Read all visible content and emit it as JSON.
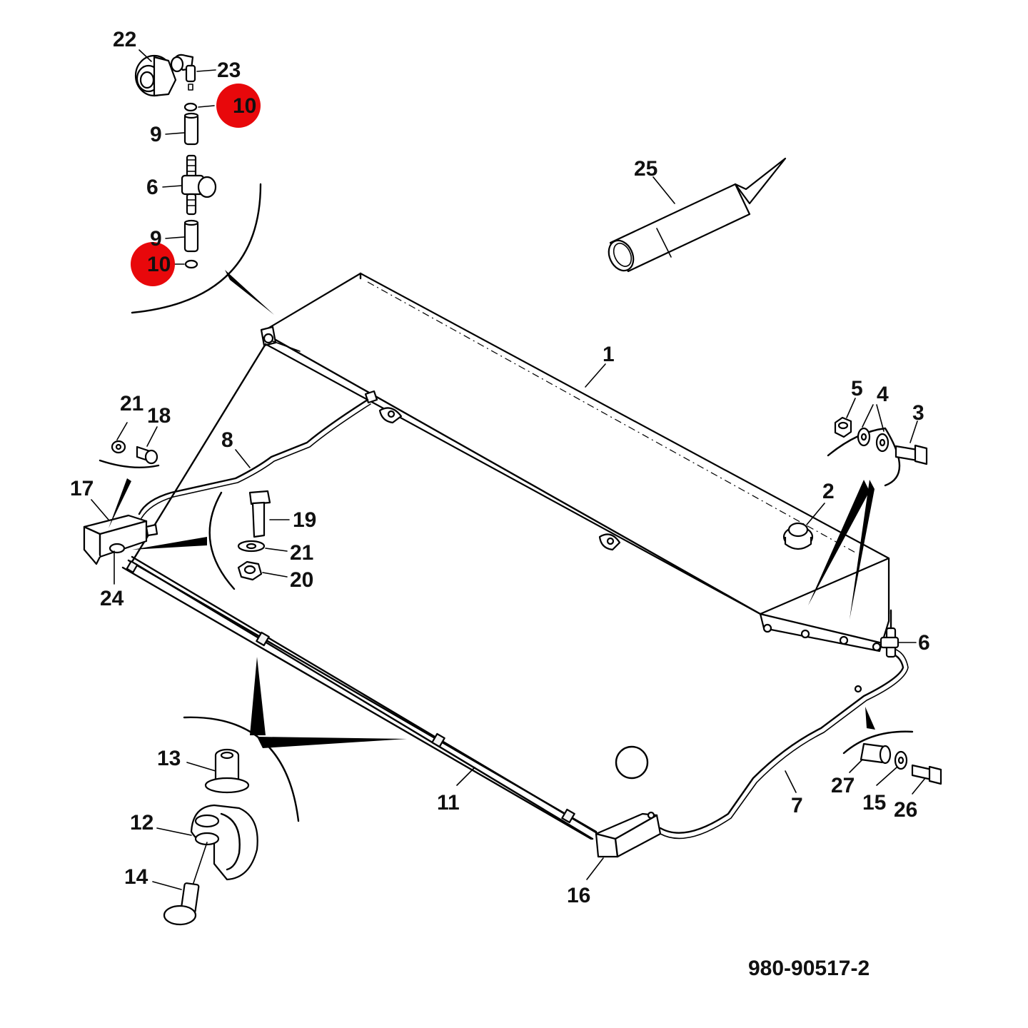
{
  "diagram": {
    "drawing_number": "980-90517-2",
    "highlight_color": "#e8080b",
    "callouts": [
      {
        "id": "c22",
        "text": "22"
      },
      {
        "id": "c23",
        "text": "23"
      },
      {
        "id": "c10a",
        "text": "10",
        "highlighted": true
      },
      {
        "id": "c9a",
        "text": "9"
      },
      {
        "id": "c6a",
        "text": "6"
      },
      {
        "id": "c9b",
        "text": "9"
      },
      {
        "id": "c10b",
        "text": "10",
        "highlighted": true
      },
      {
        "id": "c25",
        "text": "25"
      },
      {
        "id": "c1",
        "text": "1"
      },
      {
        "id": "c5",
        "text": "5"
      },
      {
        "id": "c4",
        "text": "4"
      },
      {
        "id": "c3",
        "text": "3"
      },
      {
        "id": "c2",
        "text": "2"
      },
      {
        "id": "c21a",
        "text": "21"
      },
      {
        "id": "c18",
        "text": "18"
      },
      {
        "id": "c8",
        "text": "8"
      },
      {
        "id": "c17",
        "text": "17"
      },
      {
        "id": "c19",
        "text": "19"
      },
      {
        "id": "c21b",
        "text": "21"
      },
      {
        "id": "c20",
        "text": "20"
      },
      {
        "id": "c24",
        "text": "24"
      },
      {
        "id": "c6b",
        "text": "6"
      },
      {
        "id": "c13",
        "text": "13"
      },
      {
        "id": "c12",
        "text": "12"
      },
      {
        "id": "c14",
        "text": "14"
      },
      {
        "id": "c11",
        "text": "11"
      },
      {
        "id": "c16",
        "text": "16"
      },
      {
        "id": "c7",
        "text": "7"
      },
      {
        "id": "c27",
        "text": "27"
      },
      {
        "id": "c15",
        "text": "15"
      },
      {
        "id": "c26",
        "text": "26"
      }
    ]
  }
}
